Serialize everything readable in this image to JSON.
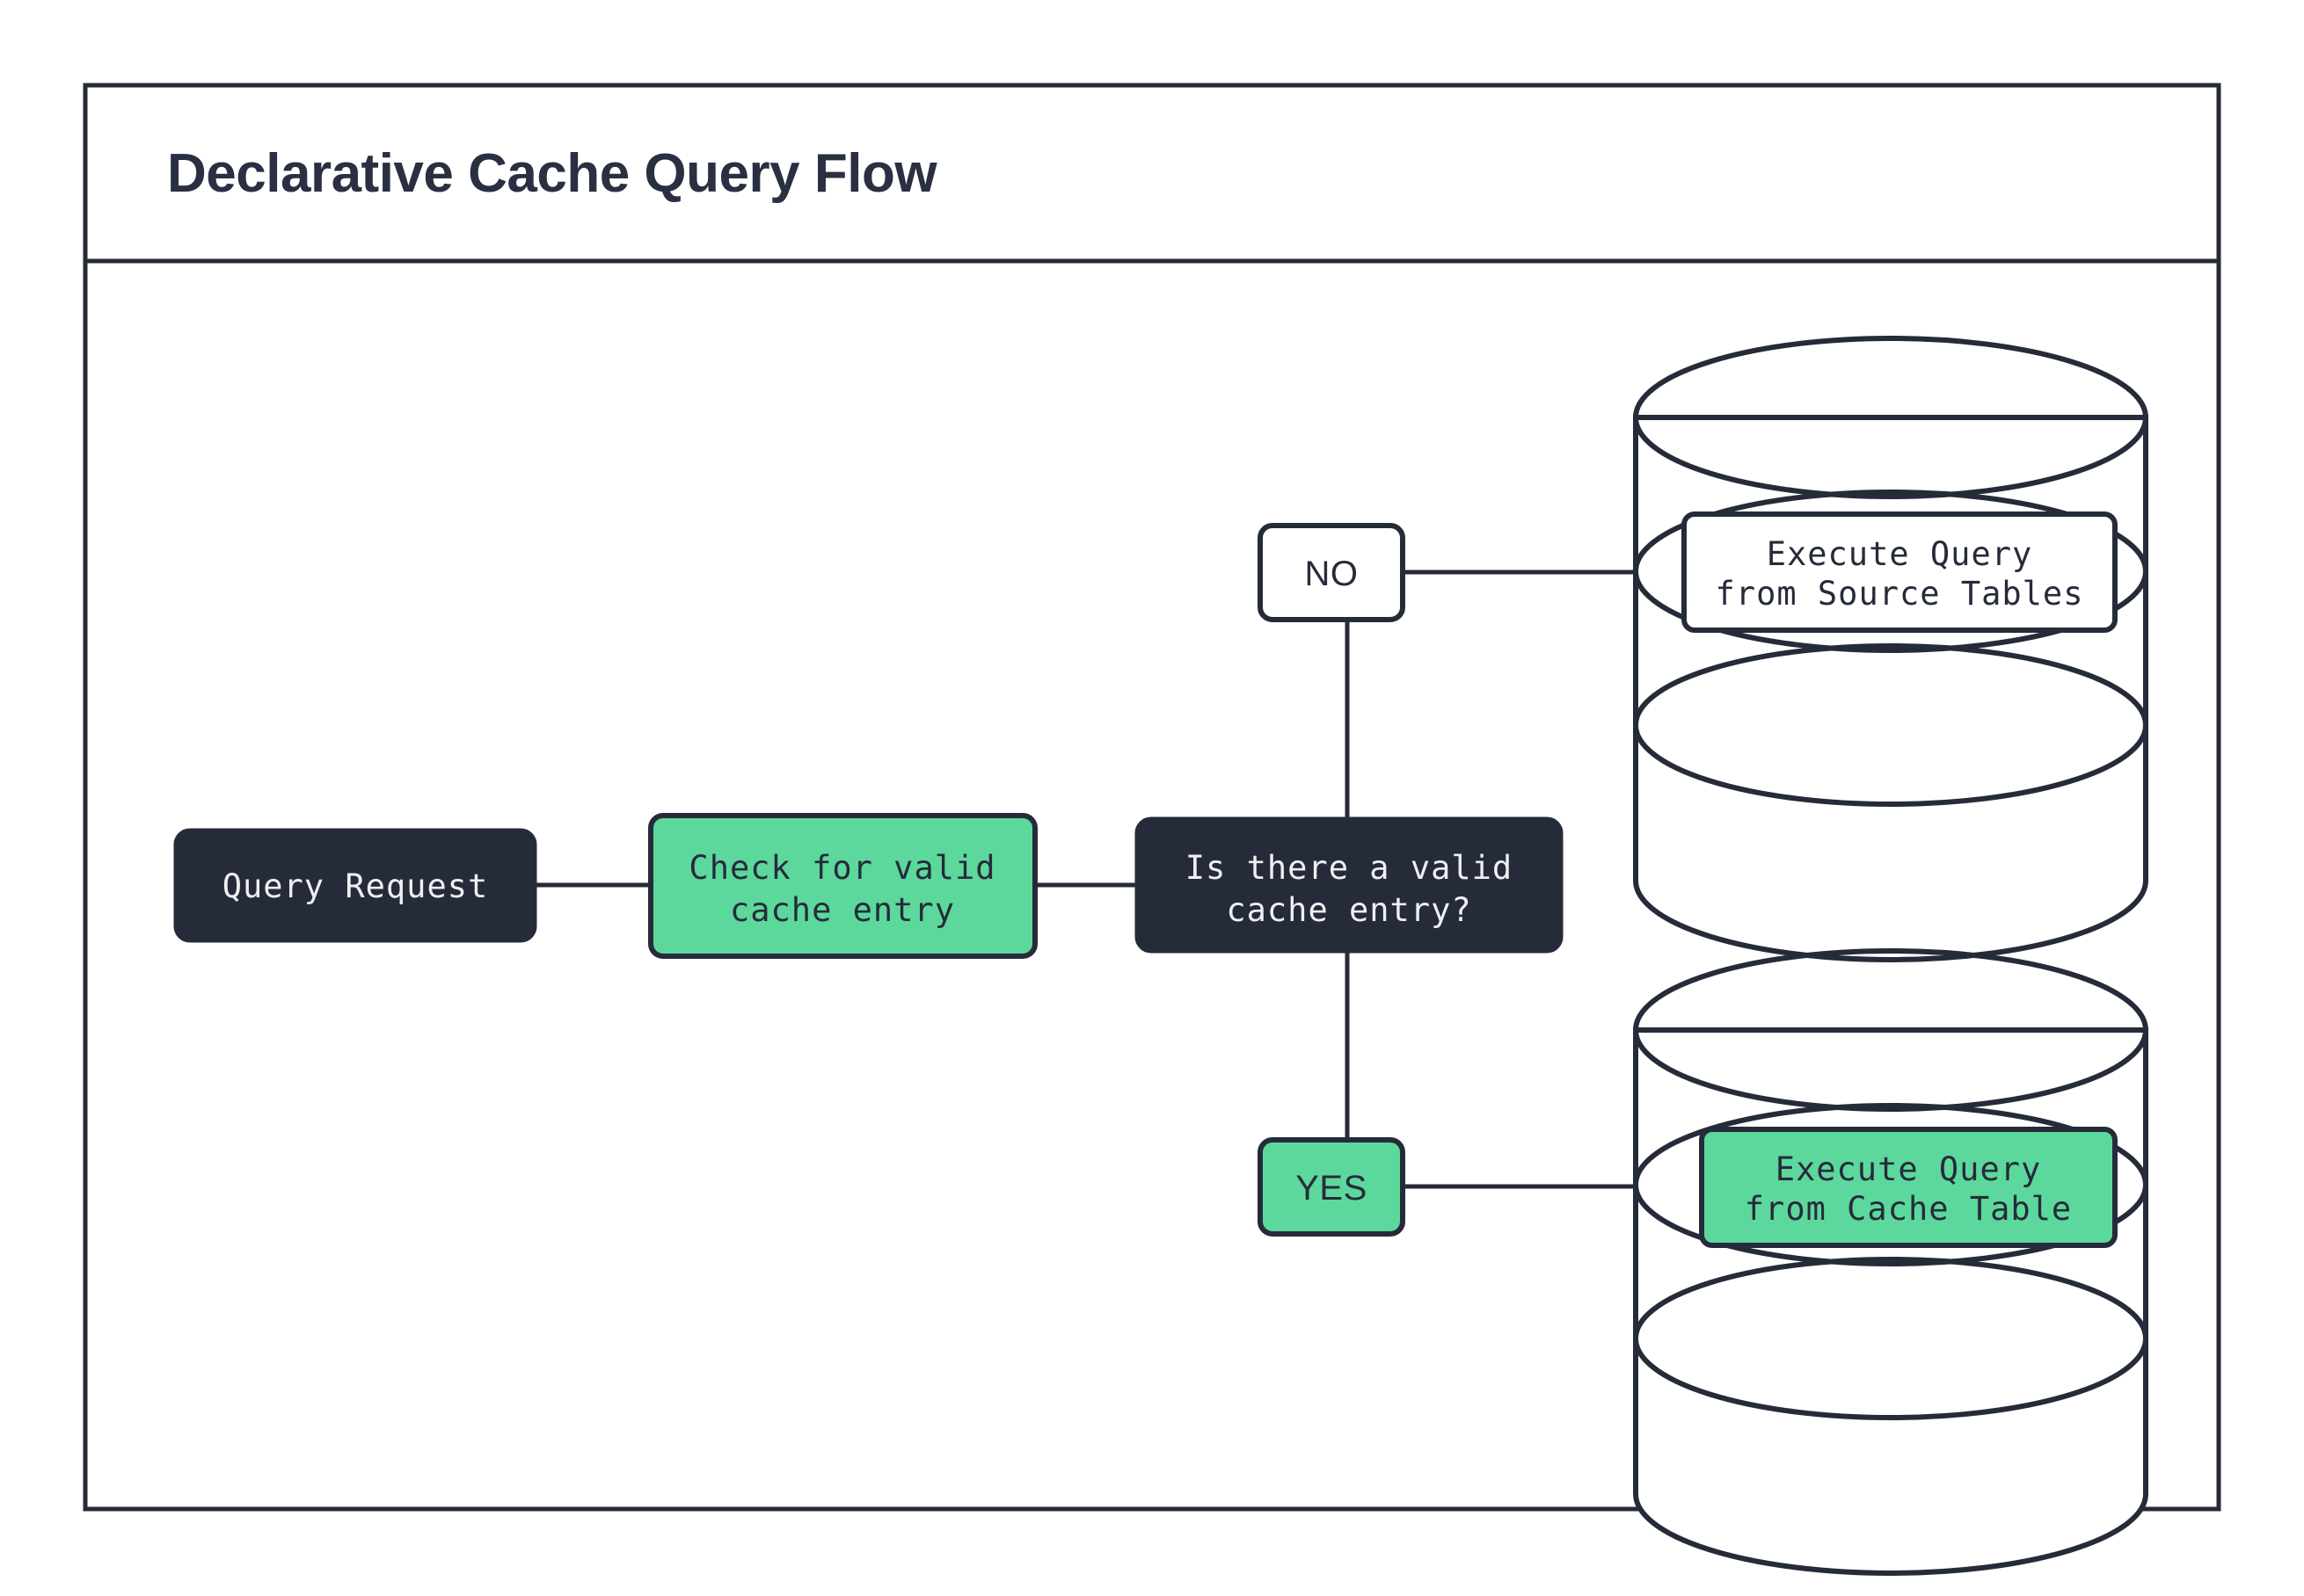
{
  "header": {
    "title": "Declarative Cache Query Flow"
  },
  "colors": {
    "ink": "#262B3A",
    "green": "#5CD89C",
    "white": "#FFFFFF",
    "light_text": "#EDEFF2"
  },
  "diagram": {
    "type": "flowchart",
    "nodes": [
      {
        "id": "query-request",
        "label": "Query Request",
        "lines": [
          "Query Request"
        ],
        "shape": "rounded-rect",
        "fill": "#262B3A",
        "text_color": "#EDEFF2"
      },
      {
        "id": "check-cache",
        "label": "Check for valid cache entry",
        "lines": [
          "Check for valid",
          "cache entry"
        ],
        "shape": "rounded-rect",
        "fill": "#5CD89C",
        "text_color": "#262B3A"
      },
      {
        "id": "decision",
        "label": "Is there a valid cache entry?",
        "lines": [
          "Is there a valid",
          "cache entry?"
        ],
        "shape": "rounded-rect",
        "fill": "#262B3A",
        "text_color": "#EDEFF2"
      },
      {
        "id": "branch-no",
        "label": "NO",
        "lines": [
          "NO"
        ],
        "shape": "rounded-rect",
        "fill": "#FFFFFF",
        "text_color": "#262B3A"
      },
      {
        "id": "branch-yes",
        "label": "YES",
        "lines": [
          "YES"
        ],
        "shape": "rounded-rect",
        "fill": "#5CD89C",
        "text_color": "#262B3A"
      },
      {
        "id": "source-db",
        "label": "Execute Query from Source Tables",
        "lines": [
          "Execute Query",
          "from Source Tables"
        ],
        "shape": "database-cylinder",
        "fill": "#FFFFFF",
        "text_color": "#262B3A"
      },
      {
        "id": "cache-db",
        "label": "Execute Query from Cache Table",
        "lines": [
          "Execute Query",
          "from Cache Table"
        ],
        "shape": "database-cylinder",
        "fill": "#5CD89C",
        "text_color": "#262B3A"
      }
    ],
    "edges": [
      {
        "from": "query-request",
        "to": "check-cache",
        "label": ""
      },
      {
        "from": "check-cache",
        "to": "decision",
        "label": ""
      },
      {
        "from": "decision",
        "to": "branch-no",
        "label": "NO"
      },
      {
        "from": "branch-no",
        "to": "source-db",
        "label": ""
      },
      {
        "from": "decision",
        "to": "branch-yes",
        "label": "YES"
      },
      {
        "from": "branch-yes",
        "to": "cache-db",
        "label": ""
      }
    ]
  }
}
